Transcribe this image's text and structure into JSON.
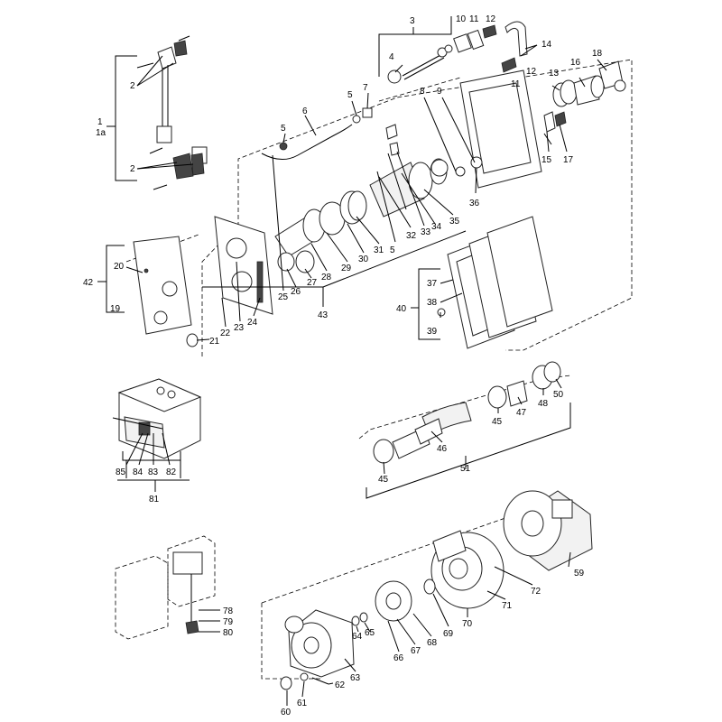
{
  "labels": {
    "l1": "1",
    "l1a": "1a",
    "l2a": "2",
    "l2b": "2",
    "l3": "3",
    "l4": "4",
    "l5a": "5",
    "l5b": "5",
    "l5c": "5",
    "l6": "6",
    "l7": "7",
    "l8": "8",
    "l9": "9",
    "l10": "10",
    "l11a": "11",
    "l11b": "11",
    "l12a": "12",
    "l12b": "12",
    "l13": "13",
    "l14": "14",
    "l15": "15",
    "l16": "16",
    "l17": "17",
    "l18": "18",
    "l19": "19",
    "l20": "20",
    "l21": "21",
    "l22": "22",
    "l23": "23",
    "l24": "24",
    "l25": "25",
    "l26": "26",
    "l27": "27",
    "l28": "28",
    "l29": "29",
    "l30": "30",
    "l31": "31",
    "l32": "32",
    "l33": "33",
    "l34": "34",
    "l35": "35",
    "l36": "36",
    "l37": "37",
    "l38": "38",
    "l39": "39",
    "l40": "40",
    "l42": "42",
    "l43": "43",
    "l45a": "45",
    "l45b": "45",
    "l46": "46",
    "l47": "47",
    "l48": "48",
    "l50": "50",
    "l51": "51",
    "l59": "59",
    "l60": "60",
    "l61": "61",
    "l62": "62",
    "l63": "63",
    "l64": "64",
    "l65": "65",
    "l66": "66",
    "l67": "67",
    "l68": "68",
    "l69": "69",
    "l70": "70",
    "l71": "71",
    "l72": "72",
    "l78": "78",
    "l79": "79",
    "l80": "80",
    "l81": "81",
    "l82": "82",
    "l83": "83",
    "l84": "84",
    "l85": "85"
  },
  "colors": {
    "line": "#000000",
    "part_fill": "#f2f2f2",
    "dark_fill": "#444444"
  }
}
